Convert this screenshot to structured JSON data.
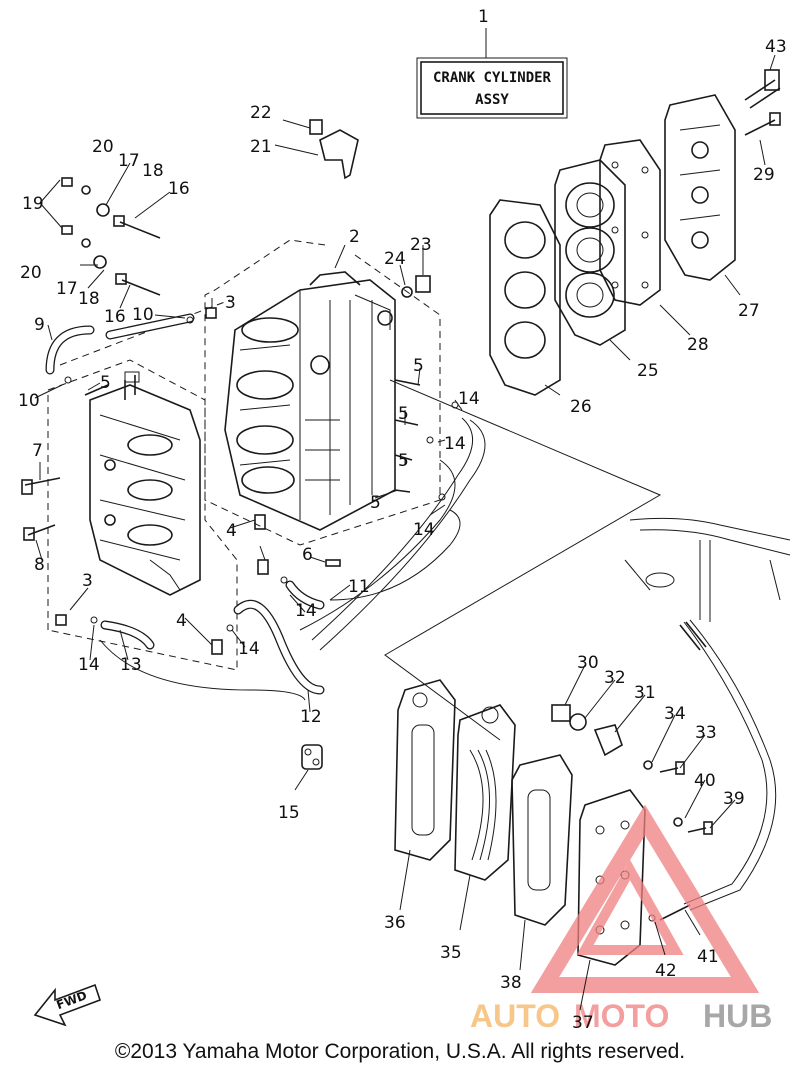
{
  "title_box": {
    "line1": "CRANK CYLINDER",
    "line2": "ASSY"
  },
  "watermark": {
    "part1": "AUTO",
    "part2": "MOTO",
    "part3": "HUB",
    "accent_color": "#f08080",
    "gold_color": "#f3b562",
    "gray_color": "#8a8a8a"
  },
  "fwd_label": "FWD",
  "copyright": "©2013 Yamaha Motor Corporation, U.S.A. All rights reserved.",
  "callouts": [
    {
      "id": "c1",
      "text": "1"
    },
    {
      "id": "c2",
      "text": "2"
    },
    {
      "id": "c3a",
      "text": "3"
    },
    {
      "id": "c3b",
      "text": "3"
    },
    {
      "id": "c4a",
      "text": "4"
    },
    {
      "id": "c4b",
      "text": "4"
    },
    {
      "id": "c5a",
      "text": "5"
    },
    {
      "id": "c5b",
      "text": "5"
    },
    {
      "id": "c5c",
      "text": "5"
    },
    {
      "id": "c5d",
      "text": "5"
    },
    {
      "id": "c5e",
      "text": "5"
    },
    {
      "id": "c6",
      "text": "6"
    },
    {
      "id": "c7",
      "text": "7"
    },
    {
      "id": "c8",
      "text": "8"
    },
    {
      "id": "c9",
      "text": "9"
    },
    {
      "id": "c10a",
      "text": "10"
    },
    {
      "id": "c10b",
      "text": "10"
    },
    {
      "id": "c11",
      "text": "11"
    },
    {
      "id": "c12",
      "text": "12"
    },
    {
      "id": "c13",
      "text": "13"
    },
    {
      "id": "c14a",
      "text": "14"
    },
    {
      "id": "c14b",
      "text": "14"
    },
    {
      "id": "c14c",
      "text": "14"
    },
    {
      "id": "c14d",
      "text": "14"
    },
    {
      "id": "c14e",
      "text": "14"
    },
    {
      "id": "c14f",
      "text": "14"
    },
    {
      "id": "c15",
      "text": "15"
    },
    {
      "id": "c16a",
      "text": "16"
    },
    {
      "id": "c16b",
      "text": "16"
    },
    {
      "id": "c17a",
      "text": "17"
    },
    {
      "id": "c17b",
      "text": "17"
    },
    {
      "id": "c18a",
      "text": "18"
    },
    {
      "id": "c18b",
      "text": "18"
    },
    {
      "id": "c19",
      "text": "19"
    },
    {
      "id": "c20a",
      "text": "20"
    },
    {
      "id": "c20b",
      "text": "20"
    },
    {
      "id": "c21",
      "text": "21"
    },
    {
      "id": "c22",
      "text": "22"
    },
    {
      "id": "c23",
      "text": "23"
    },
    {
      "id": "c24",
      "text": "24"
    },
    {
      "id": "c25",
      "text": "25"
    },
    {
      "id": "c26",
      "text": "26"
    },
    {
      "id": "c27",
      "text": "27"
    },
    {
      "id": "c28",
      "text": "28"
    },
    {
      "id": "c29",
      "text": "29"
    },
    {
      "id": "c30",
      "text": "30"
    },
    {
      "id": "c31",
      "text": "31"
    },
    {
      "id": "c32",
      "text": "32"
    },
    {
      "id": "c33",
      "text": "33"
    },
    {
      "id": "c34",
      "text": "34"
    },
    {
      "id": "c35",
      "text": "35"
    },
    {
      "id": "c36",
      "text": "36"
    },
    {
      "id": "c37",
      "text": "37"
    },
    {
      "id": "c38",
      "text": "38"
    },
    {
      "id": "c39",
      "text": "39"
    },
    {
      "id": "c40",
      "text": "40"
    },
    {
      "id": "c41",
      "text": "41"
    },
    {
      "id": "c42",
      "text": "42"
    },
    {
      "id": "c43",
      "text": "43"
    }
  ]
}
